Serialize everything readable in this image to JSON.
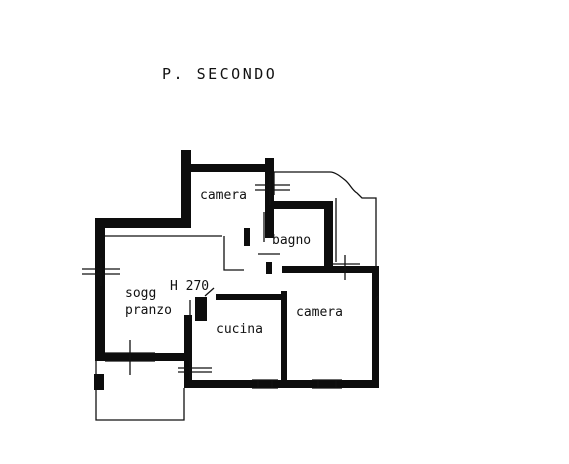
{
  "drawing": {
    "floor_title": "P. SECONDO",
    "ceiling_height": "H 270",
    "rooms": {
      "camera_top": "camera",
      "bagno": "bagno",
      "sogg_pranzo_line1": "sogg",
      "sogg_pranzo_line2": "pranzo",
      "cucina": "cucina",
      "camera_right": "camera"
    },
    "colors": {
      "ink": "#0d0d0d",
      "paper": "#ffffff"
    }
  }
}
